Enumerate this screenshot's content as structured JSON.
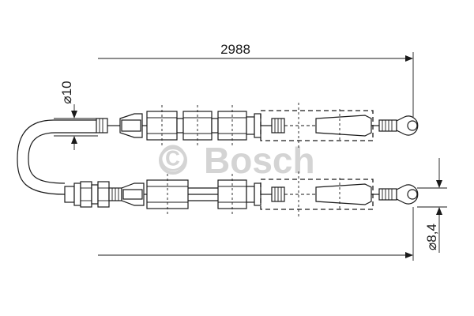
{
  "dimensions": {
    "length": "2988",
    "diameter_top": "⌀10",
    "diameter_bottom": "⌀8,4"
  },
  "watermark": {
    "symbol": "©",
    "brand": "Bosch",
    "color": "#d4d4d4"
  },
  "colors": {
    "line": "#1a1a1a",
    "background": "#ffffff"
  }
}
